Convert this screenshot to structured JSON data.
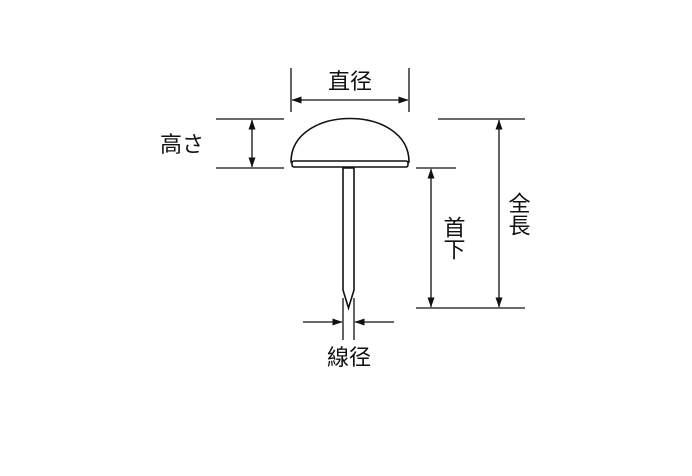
{
  "labels": {
    "diameter": "直径",
    "height": "高さ",
    "under_head": "首下",
    "total_length": "全長",
    "wire_diameter": "線径"
  },
  "colors": {
    "line": "#111111",
    "background": "#ffffff"
  }
}
